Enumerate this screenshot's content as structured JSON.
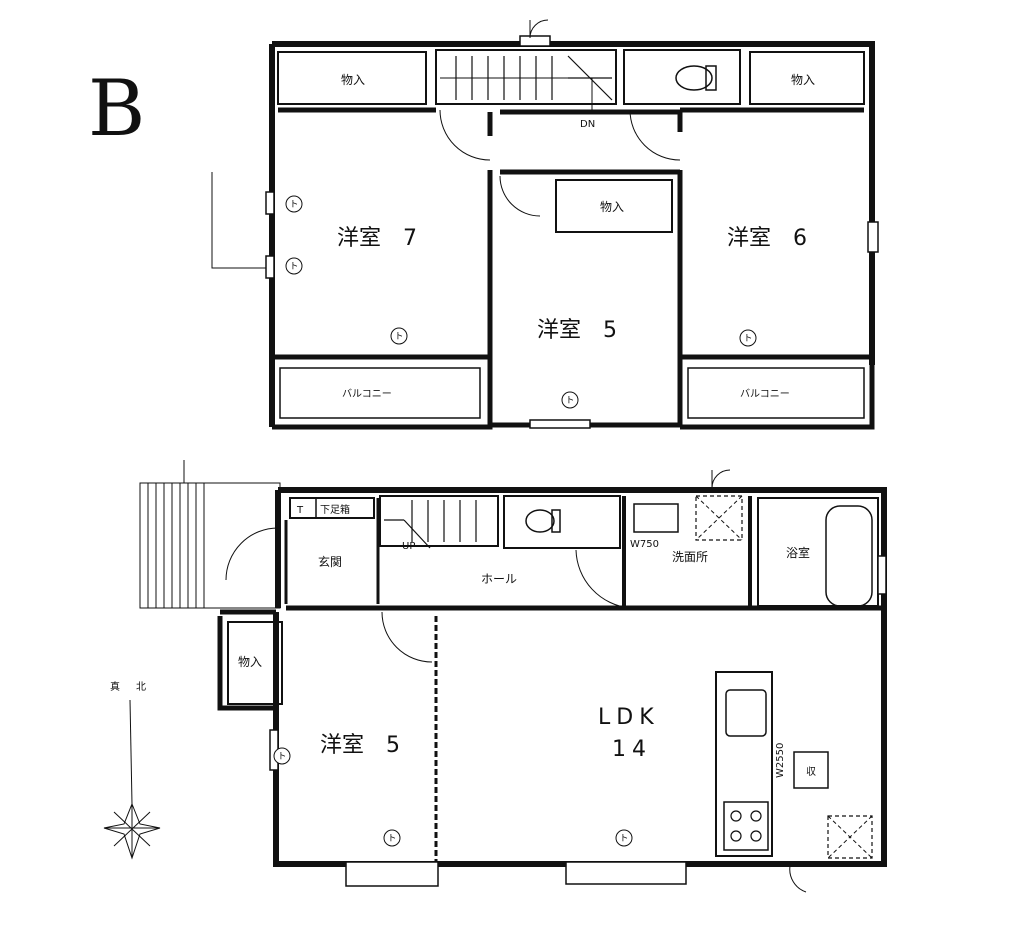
{
  "plan_letter": "B",
  "upper_floor": {
    "storage_left": "物入",
    "storage_right": "物入",
    "storage_center": "物入",
    "room7": "洋室　7",
    "room5": "洋室　5",
    "room6": "洋室　6",
    "balcony_left": "バルコニー",
    "balcony_right": "バルコニー",
    "stairs_dn": "DN"
  },
  "lower_floor": {
    "t_mark": "T",
    "shoe_box": "下足箱",
    "entrance": "玄関",
    "stairs_up": "UP",
    "hall": "ホール",
    "washroom_dim": "W750",
    "washroom": "洗面所",
    "bath": "浴室",
    "storage": "物入",
    "room5": "洋室　5",
    "ldk_line1": "LDK",
    "ldk_line2": "14",
    "kitchen_dim": "W2550",
    "kitchen_storage": "収"
  },
  "compass": {
    "label_true": "真",
    "label_north": "北"
  },
  "outlet_symbol": "ト"
}
